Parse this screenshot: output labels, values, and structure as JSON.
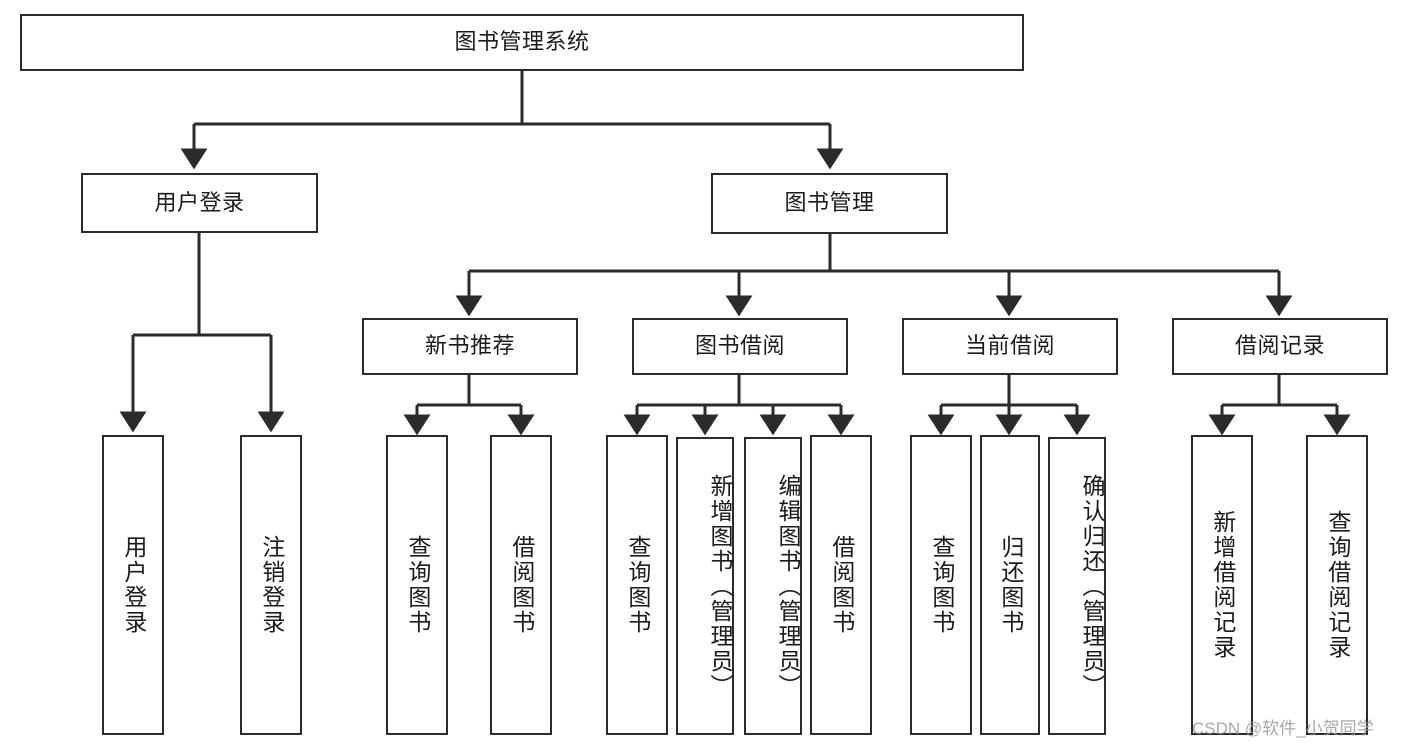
{
  "diagram": {
    "title_node": {
      "label": "图书管理系统"
    },
    "level2": [
      {
        "label": "用户登录"
      },
      {
        "label": "图书管理"
      }
    ],
    "level3": [
      {
        "label": "新书推荐"
      },
      {
        "label": "图书借阅"
      },
      {
        "label": "当前借阅"
      },
      {
        "label": "借阅记录"
      }
    ],
    "leaves": {
      "user_login": [
        {
          "label": "用户登录"
        },
        {
          "label": "注销登录"
        }
      ],
      "new_book_recommend": [
        {
          "label": "查询图书"
        },
        {
          "label": "借阅图书"
        }
      ],
      "book_borrow": [
        {
          "label": "查询图书"
        },
        {
          "label": "新增图书（管理员）"
        },
        {
          "label": "编辑图书（管理员）"
        },
        {
          "label": "借阅图书"
        }
      ],
      "current_borrow": [
        {
          "label": "查询图书"
        },
        {
          "label": "归还图书"
        },
        {
          "label": "确认归还（管理员）"
        }
      ],
      "borrow_record": [
        {
          "label": "新增借阅记录"
        },
        {
          "label": "查询借阅记录"
        }
      ]
    }
  },
  "watermark": {
    "text": "CSDN @软件_小贺同学"
  },
  "colors": {
    "border": "#2b2b2b",
    "text": "#1b1b1b",
    "background": "#ffffff",
    "watermark": "#9a9a9a"
  }
}
